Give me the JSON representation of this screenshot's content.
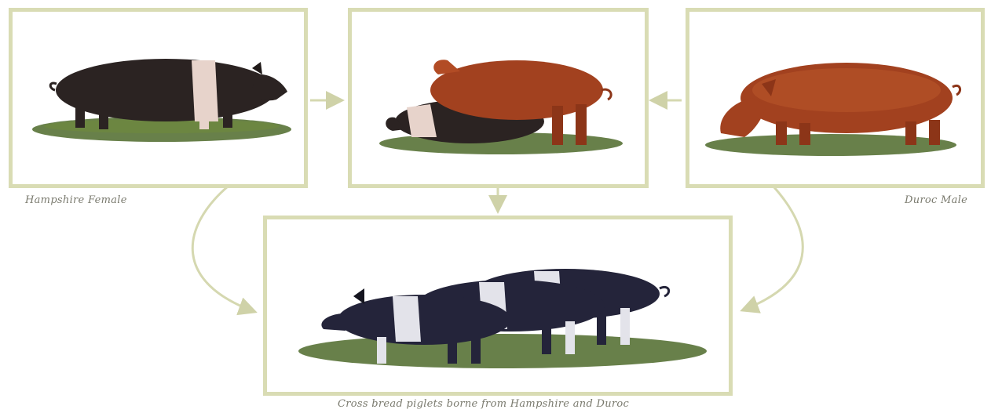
{
  "diagram": {
    "panels": {
      "female": {
        "caption": "Hampshire Female",
        "animal": "hampshire-sow"
      },
      "mating": {
        "caption": "",
        "animal": "mating-pair"
      },
      "male": {
        "caption": "Duroc Male",
        "animal": "duroc-boar"
      },
      "offspring": {
        "caption": "Cross bread piglets borne from Hampshire and Duroc",
        "animal": "crossbred-piglets"
      }
    },
    "colors": {
      "frame": "#d9dcb4",
      "arrow": "#d5d8b0",
      "hampshire_black": "#2b2322",
      "hampshire_belt": "#e7d3cb",
      "duroc_red": "#a2411f",
      "grass": "#4e6a2a",
      "piglet_black": "#24243a",
      "piglet_belt": "#e3e3ea"
    }
  }
}
